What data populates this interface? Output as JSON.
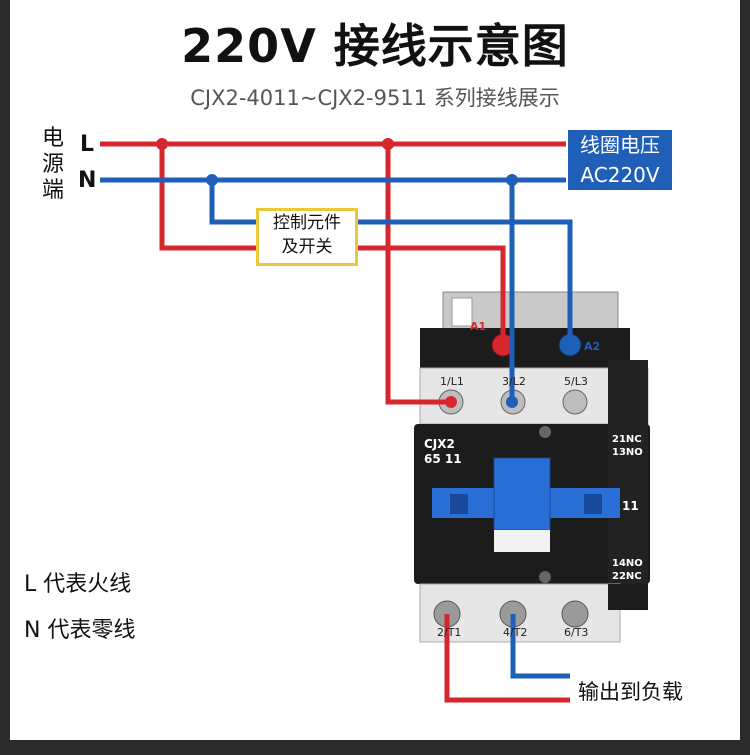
{
  "title": "220V 接线示意图",
  "subtitle": "CJX2-4011~CJX2-9511 系列接线展示",
  "source": {
    "label": "电源端",
    "line_L": "L",
    "line_N": "N"
  },
  "coil": {
    "line1": "线圈电压",
    "line2": "AC220V"
  },
  "control": {
    "line1": "控制元件",
    "line2": "及开关"
  },
  "legend": {
    "L": "L 代表火线",
    "N": "N 代表零线"
  },
  "output_label": "输出到负载",
  "contactor": {
    "model1": "CJX2",
    "model2": "65 11",
    "coil_terminals": [
      "A1",
      "A2"
    ],
    "top_terminals": [
      "1/L1",
      "3/L2",
      "5/L3"
    ],
    "bottom_terminals": [
      "2/T1",
      "4/T2",
      "6/T3"
    ],
    "aux_top": [
      "21NC",
      "13NO"
    ],
    "aux_mid": "11",
    "aux_bottom": [
      "14NO",
      "22NC"
    ]
  },
  "colors": {
    "live": "#d8262e",
    "neutral": "#1f5fb8",
    "control_border": "#e9c83a",
    "body": "#1c1c1c"
  }
}
